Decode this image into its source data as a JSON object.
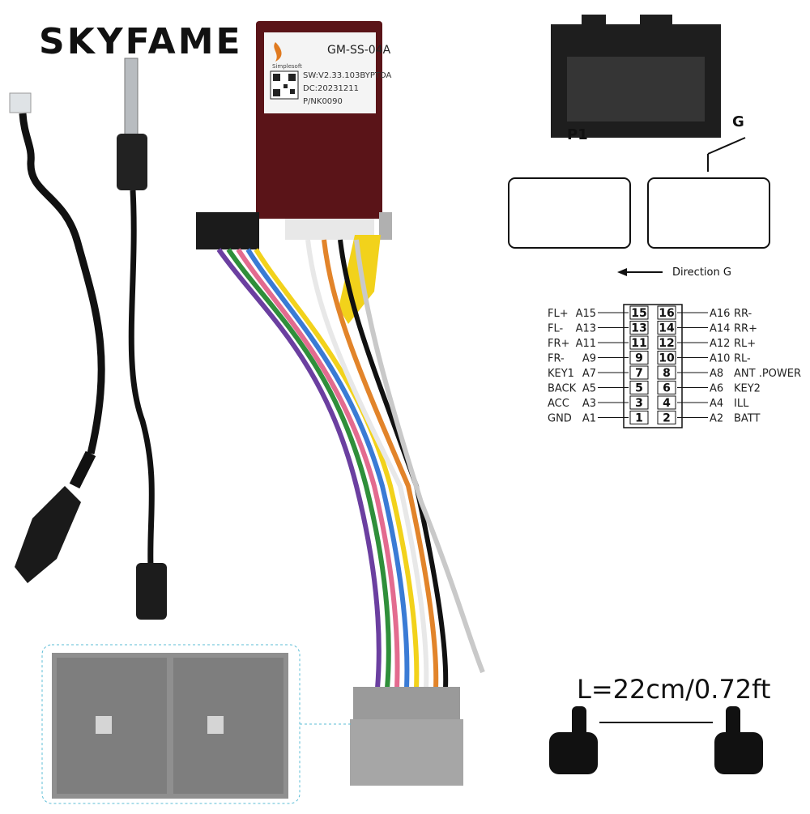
{
  "brand": "SKYFAME",
  "module": {
    "model": "GM-SS-04A",
    "maker": "Simplesoft",
    "sw": "SW:V2.33.103BYPTDA",
    "dc": "DC:20231211",
    "pn": "P/NK0090"
  },
  "diagram": {
    "p1_label": "P1",
    "g_label": "G",
    "direction": "Direction G",
    "pins": [
      {
        "left_name": "FL+",
        "left_code": "A15",
        "left_num": "15",
        "right_num": "16",
        "right_code": "A16",
        "right_name": "RR-"
      },
      {
        "left_name": "FL-",
        "left_code": "A13",
        "left_num": "13",
        "right_num": "14",
        "right_code": "A14",
        "right_name": "RR+"
      },
      {
        "left_name": "FR+",
        "left_code": "A11",
        "left_num": "11",
        "right_num": "12",
        "right_code": "A12",
        "right_name": "RL+"
      },
      {
        "left_name": "FR-",
        "left_code": "A9",
        "left_num": "9",
        "right_num": "10",
        "right_code": "A10",
        "right_name": "RL-"
      },
      {
        "left_name": "KEY1",
        "left_code": "A7",
        "left_num": "7",
        "right_num": "8",
        "right_code": "A8",
        "right_name": "ANT .POWER"
      },
      {
        "left_name": "BACK",
        "left_code": "A5",
        "left_num": "5",
        "right_num": "6",
        "right_code": "A6",
        "right_name": "KEY2"
      },
      {
        "left_name": "ACC",
        "left_code": "A3",
        "left_num": "3",
        "right_num": "4",
        "right_code": "A4",
        "right_name": "ILL"
      },
      {
        "left_name": "GND",
        "left_code": "A1",
        "left_num": "1",
        "right_num": "2",
        "right_code": "A2",
        "right_name": "BATT"
      }
    ]
  },
  "length_text": "L=22cm/0.72ft",
  "colors": {
    "module_box": "#5a1418",
    "connector_gray": "#9a9a9a",
    "cable_black": "#1a1a1a",
    "rca_yellow": "#f2d21b",
    "callout_border": "#5bbcd6"
  },
  "icons": [
    "pointing-hand-icon",
    "qr-code-icon",
    "arrow-left-icon"
  ]
}
